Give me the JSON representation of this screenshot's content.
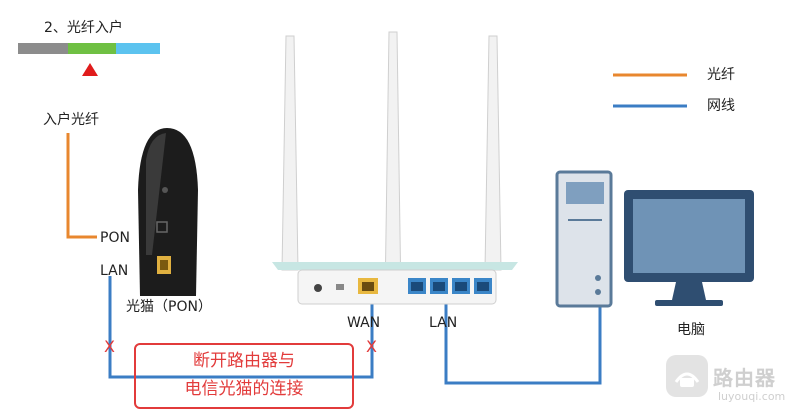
{
  "step": {
    "label": "2、光纤入户"
  },
  "legend": [
    {
      "label": "光纤",
      "color": "#e8872e"
    },
    {
      "label": "网线",
      "color": "#3b7dc4"
    }
  ],
  "labels": {
    "fiber_in": "入户光纤",
    "pon": "PON",
    "lan_modem": "LAN",
    "modem_name": "光猫（PON）",
    "wan": "WAN",
    "lan_router": "LAN",
    "computer": "电脑"
  },
  "notice": {
    "line1": "断开路由器与",
    "line2": "电信光猫的连接",
    "color": "#e23b3b"
  },
  "cut_marks": [
    "X",
    "X"
  ],
  "watermark": {
    "title": "路由器",
    "url": "luyouqi.com"
  },
  "colors": {
    "fiber": "#e8872e",
    "cable": "#3b7dc4",
    "alert": "#e23b3b"
  }
}
